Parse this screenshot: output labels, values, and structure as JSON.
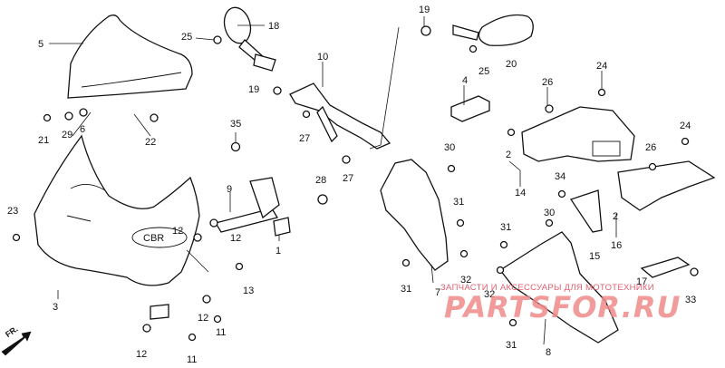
{
  "diagram": {
    "callouts": [
      {
        "id": "c5",
        "text": "5"
      },
      {
        "id": "c18",
        "text": "18"
      },
      {
        "id": "c25a",
        "text": "25"
      },
      {
        "id": "c19a",
        "text": "19"
      },
      {
        "id": "c10",
        "text": "10"
      },
      {
        "id": "c19b",
        "text": "19"
      },
      {
        "id": "c25b",
        "text": "25"
      },
      {
        "id": "c20",
        "text": "20"
      },
      {
        "id": "c4",
        "text": "4"
      },
      {
        "id": "c26a",
        "text": "26"
      },
      {
        "id": "c24a",
        "text": "24"
      },
      {
        "id": "c21",
        "text": "21"
      },
      {
        "id": "c29",
        "text": "29"
      },
      {
        "id": "c6",
        "text": "6"
      },
      {
        "id": "c22",
        "text": "22"
      },
      {
        "id": "c35",
        "text": "35"
      },
      {
        "id": "c27a",
        "text": "27"
      },
      {
        "id": "c27b",
        "text": "27"
      },
      {
        "id": "c30a",
        "text": "30"
      },
      {
        "id": "c2a",
        "text": "2"
      },
      {
        "id": "c14",
        "text": "14"
      },
      {
        "id": "c24b",
        "text": "24"
      },
      {
        "id": "c26b",
        "text": "26"
      },
      {
        "id": "c34",
        "text": "34"
      },
      {
        "id": "c28",
        "text": "28"
      },
      {
        "id": "c9",
        "text": "9"
      },
      {
        "id": "c23",
        "text": "23"
      },
      {
        "id": "c12a",
        "text": "12"
      },
      {
        "id": "c12b",
        "text": "12"
      },
      {
        "id": "c1",
        "text": "1"
      },
      {
        "id": "c31a",
        "text": "31"
      },
      {
        "id": "c30b",
        "text": "30"
      },
      {
        "id": "c2b",
        "text": "2"
      },
      {
        "id": "c16",
        "text": "16"
      },
      {
        "id": "c15",
        "text": "15"
      },
      {
        "id": "c31b",
        "text": "31"
      },
      {
        "id": "c3",
        "text": "3"
      },
      {
        "id": "c13",
        "text": "13"
      },
      {
        "id": "c12c",
        "text": "12"
      },
      {
        "id": "c11a",
        "text": "11"
      },
      {
        "id": "c31c",
        "text": "31"
      },
      {
        "id": "c32a",
        "text": "32"
      },
      {
        "id": "c32b",
        "text": "32"
      },
      {
        "id": "c7",
        "text": "7"
      },
      {
        "id": "c17",
        "text": "17"
      },
      {
        "id": "c33",
        "text": "33"
      },
      {
        "id": "c12d",
        "text": "12"
      },
      {
        "id": "c11b",
        "text": "11"
      },
      {
        "id": "c31d",
        "text": "31"
      },
      {
        "id": "c8",
        "text": "8"
      }
    ],
    "direction_label": "FR.",
    "fairing_decal": "CBR",
    "watermark_caption": "ЗАПЧАСТИ И АКСЕССУАРЫ ДЛЯ МОТОТЕХНИКИ",
    "watermark_brand": "PARTSFOR.RU",
    "colors": {
      "line": "#111111",
      "watermark_caption": "#e06070",
      "watermark_brand": "#f08a8a"
    }
  }
}
